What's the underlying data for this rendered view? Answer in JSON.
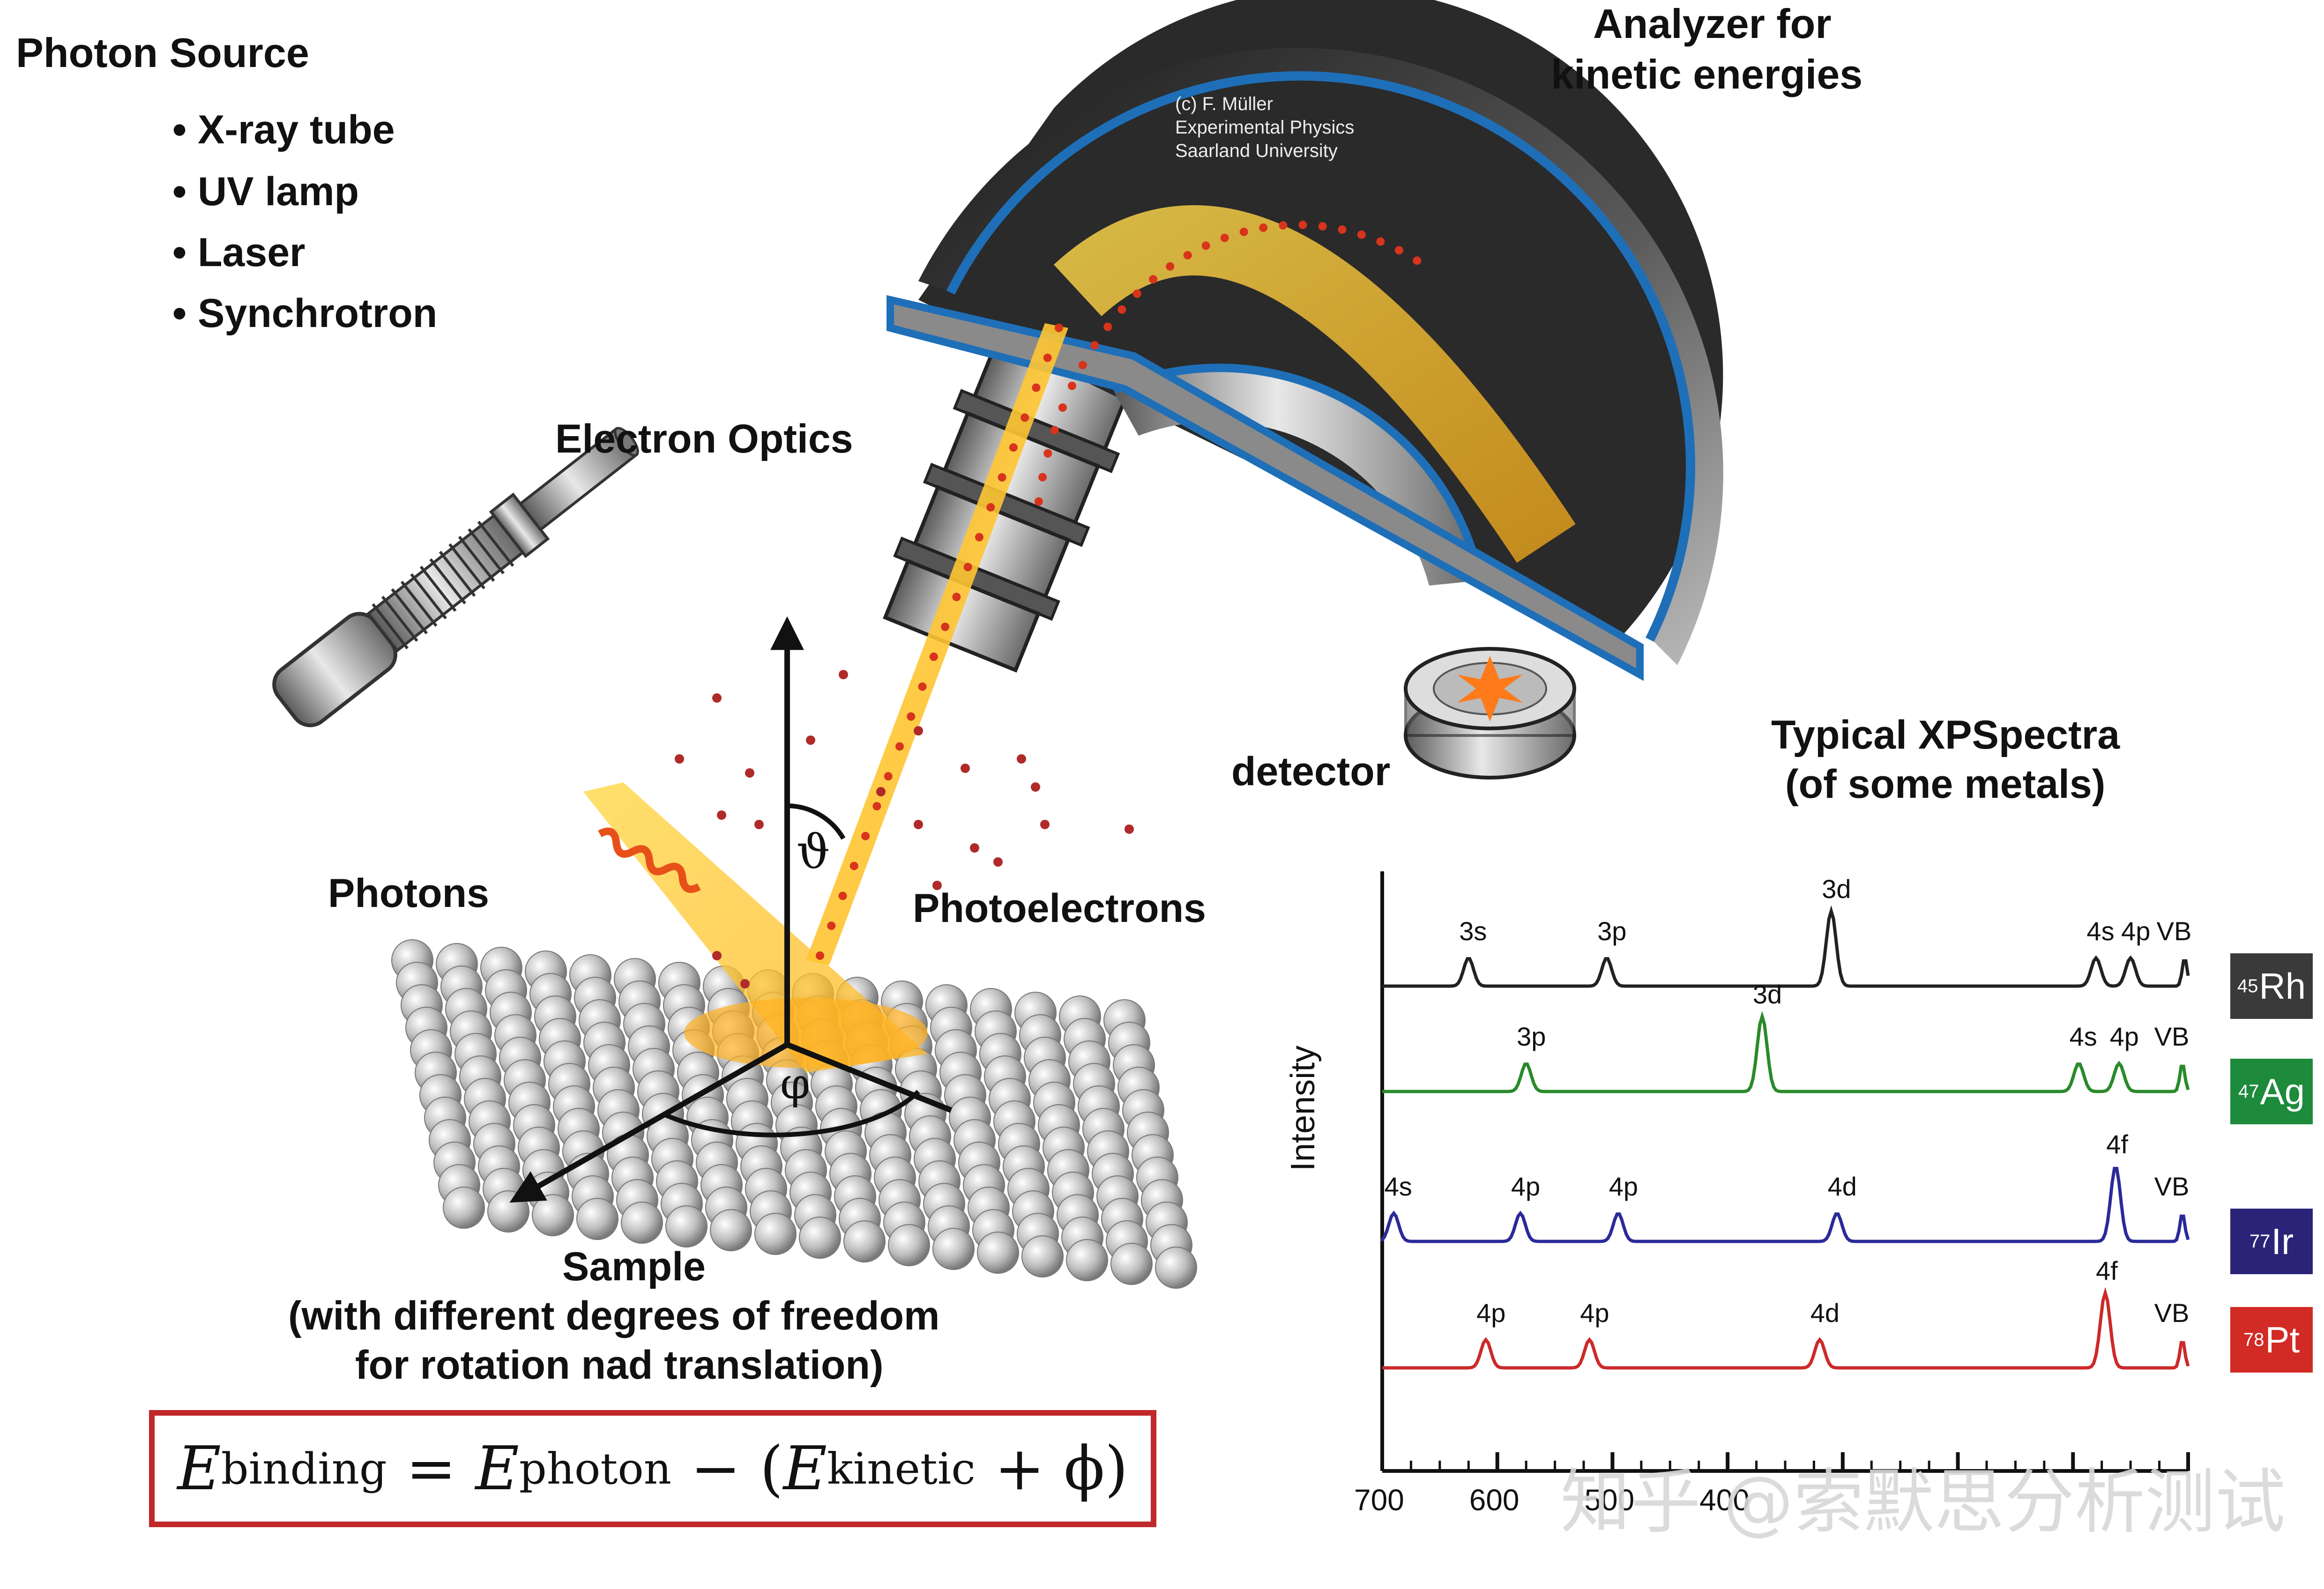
{
  "photon_source": {
    "title": "Photon Source",
    "items": [
      "• X-ray tube",
      "• UV lamp",
      "• Laser",
      "• Synchrotron"
    ]
  },
  "analyzer": {
    "line1": "Analyzer for",
    "line2": "kinetic energies"
  },
  "copyright": {
    "line1": "(c) F. Müller",
    "line2": "Experimental Physics",
    "line3": "Saarland University"
  },
  "labels": {
    "electron_optics": "Electron Optics",
    "detector": "detector",
    "photons": "Photons",
    "photoelectrons": "Photoelectrons",
    "theta": "ϑ",
    "phi": "φ"
  },
  "sample": {
    "line1": "Sample",
    "line2": "(with different degrees of freedom",
    "line3": "for rotation nad translation)"
  },
  "spectra": {
    "title1": "Typical XPSpectra",
    "title2": "(of some metals)",
    "ylabel": "Intensity",
    "xticks": [
      "700",
      "600",
      "500",
      "400"
    ]
  },
  "formula": {
    "E": "E",
    "binding": "binding",
    "equals": " = ",
    "photon": "photon",
    "minus": " − (",
    "kinetic": "kinetic",
    "plus": " + ϕ)"
  },
  "watermark": "知乎 @索默思分析测试",
  "chart_data": {
    "type": "line",
    "title": "Typical XPSpectra (of some metals)",
    "ylabel": "Intensity",
    "xlabel": "",
    "x_ticks": [
      700,
      600,
      500,
      400
    ],
    "series": [
      {
        "name": "Rh",
        "z": "45",
        "color": "#222222",
        "peaks": [
          {
            "label": "3s",
            "x": 625
          },
          {
            "label": "3p",
            "x": 505
          },
          {
            "label": "3d",
            "x": 310
          },
          {
            "label": "4s",
            "x": 80
          },
          {
            "label": "4p",
            "x": 50
          },
          {
            "label": "VB",
            "x": 3
          }
        ]
      },
      {
        "name": "Ag",
        "z": "47",
        "color": "#2a8a2a",
        "peaks": [
          {
            "label": "3p",
            "x": 575
          },
          {
            "label": "3d",
            "x": 370
          },
          {
            "label": "4s",
            "x": 95
          },
          {
            "label": "4p",
            "x": 60
          },
          {
            "label": "VB",
            "x": 5
          }
        ]
      },
      {
        "name": "Ir",
        "z": "77",
        "color": "#2a2a9a",
        "peaks": [
          {
            "label": "4s",
            "x": 690
          },
          {
            "label": "4p",
            "x": 580
          },
          {
            "label": "4p",
            "x": 495
          },
          {
            "label": "4d",
            "x": 305
          },
          {
            "label": "4f",
            "x": 63
          },
          {
            "label": "VB",
            "x": 5
          }
        ]
      },
      {
        "name": "Pt",
        "z": "78",
        "color": "#cc2a2a",
        "peaks": [
          {
            "label": "4p",
            "x": 610
          },
          {
            "label": "4p",
            "x": 520
          },
          {
            "label": "4d",
            "x": 320
          },
          {
            "label": "4f",
            "x": 72
          },
          {
            "label": "VB",
            "x": 5
          }
        ]
      }
    ],
    "badge_colors": {
      "Rh": "#3a3a3a",
      "Ag": "#1e8a3c",
      "Ir": "#2a2478",
      "Pt": "#d22a24"
    }
  }
}
